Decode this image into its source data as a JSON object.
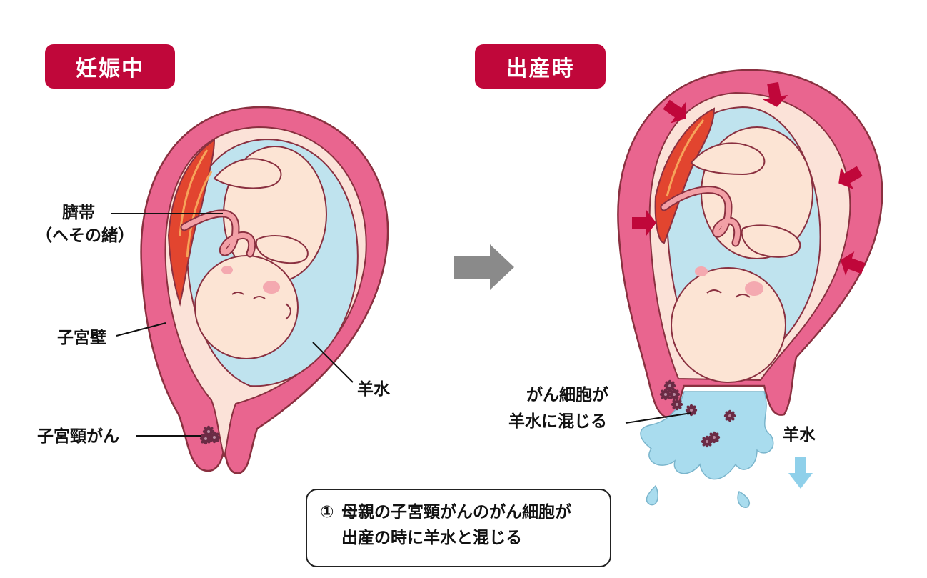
{
  "headers": {
    "pregnancy": "妊娠中",
    "delivery": "出産時"
  },
  "labels": {
    "umbilical_cord_line1": "臍帯",
    "umbilical_cord_line2": "（へその緒）",
    "uterine_wall": "子宮壁",
    "cervical_cancer": "子宮頸がん",
    "amniotic_fluid_left": "羊水",
    "cancer_cells_line1": "がん細胞が",
    "cancer_cells_line2": "羊水に混じる",
    "amniotic_fluid_right": "羊水"
  },
  "caption": {
    "number": "①",
    "line1": "母親の子宮頸がんのがん細胞が",
    "line2": "出産の時に羊水と混じる"
  },
  "colors": {
    "header_bg": "#c0073a",
    "uterus_wall": "#e9658f",
    "amniotic_fluid": "#bfe3ee",
    "fetus_skin": "#fce4d4",
    "cancer_cells": "#6b2b45",
    "arrow_gray": "#8a8a8a",
    "fluid_arrow": "#8fd0ea"
  }
}
